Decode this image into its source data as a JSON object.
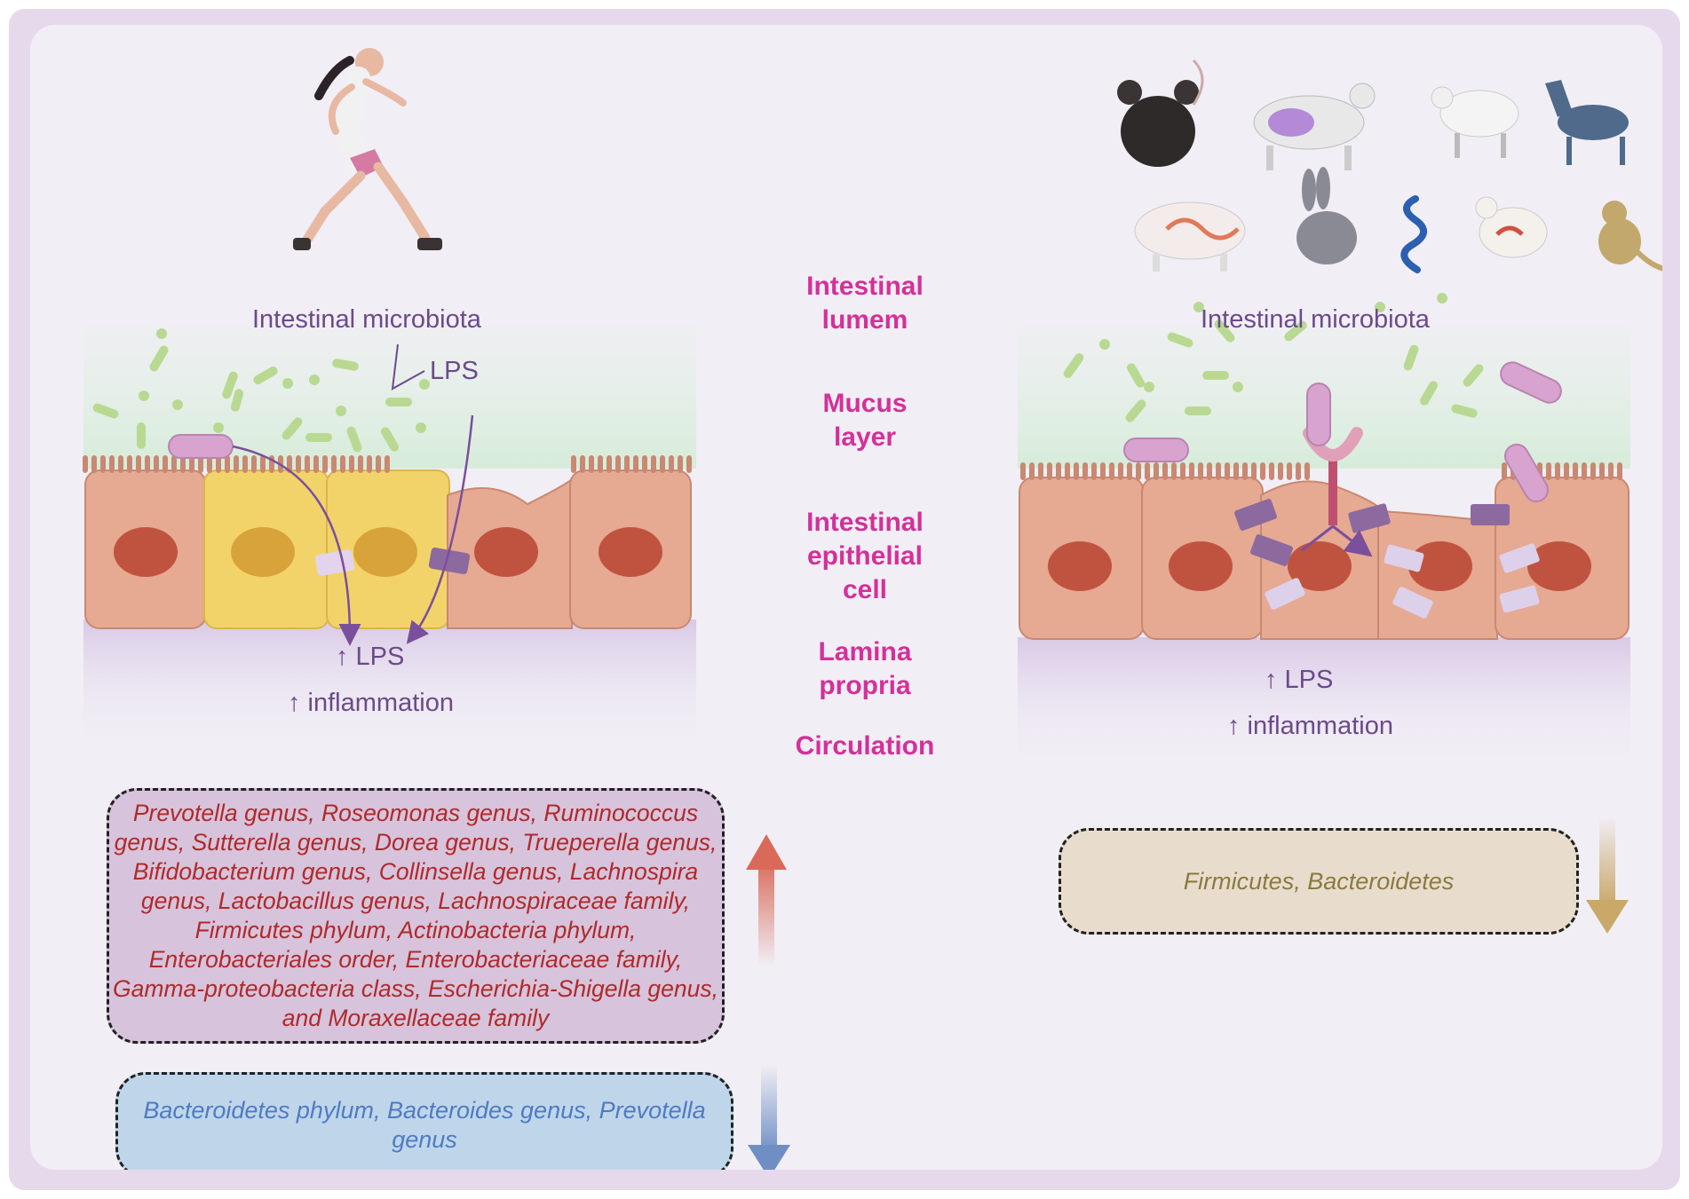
{
  "left": {
    "microbiota_label": "Intestinal microbiota",
    "lps_label": "LPS",
    "lps_up": "↑ LPS",
    "inflammation_up": "↑ inflammation",
    "increased_taxa": "Prevotella genus, Roseomonas genus, Ruminococcus genus, Sutterella genus, Dorea genus, Trueperella genus, Bifidobacterium genus, Collinsella genus, Lachnospira genus, Lactobacillus genus, Lachnospiraceae family, Firmicutes phylum, Actinobacteria phylum, Enterobacteriales order, Enterobacteriaceae family, Gamma-proteobacteria class, Escherichia-Shigella genus, and Moraxellaceae family",
    "decreased_taxa": "Bacteroidetes phylum, Bacteroides genus, Prevotella genus"
  },
  "middle": {
    "layers": [
      "Intestinal\nlumem",
      "Mucus\nlayer",
      "Intestinal\nepithelial\ncell",
      "Lamina\npropria",
      "Circulation"
    ]
  },
  "right": {
    "microbiota_label": "Intestinal microbiota",
    "lps_up": "↑ LPS",
    "inflammation_up": "↑ inflammation",
    "decreased_taxa": "Firmicutes, Bacteroidetes",
    "animals": [
      "mouse-icon",
      "cow-icon",
      "sheep-icon",
      "horse-icon",
      "pig-icon",
      "rabbit-icon",
      "snake-icon",
      "chicken-icon",
      "monkey-icon"
    ]
  },
  "colors": {
    "title_pink": "#d4309a",
    "text_purple": "#6b4a8a",
    "cell_pink": "#e6a992",
    "cell_yellow": "#f2d36a",
    "nucleus_red": "#c0533f",
    "increase_red": "#b02a2a",
    "decrease_blue": "#4f7bc4",
    "decrease_tan": "#8a7a3e"
  }
}
